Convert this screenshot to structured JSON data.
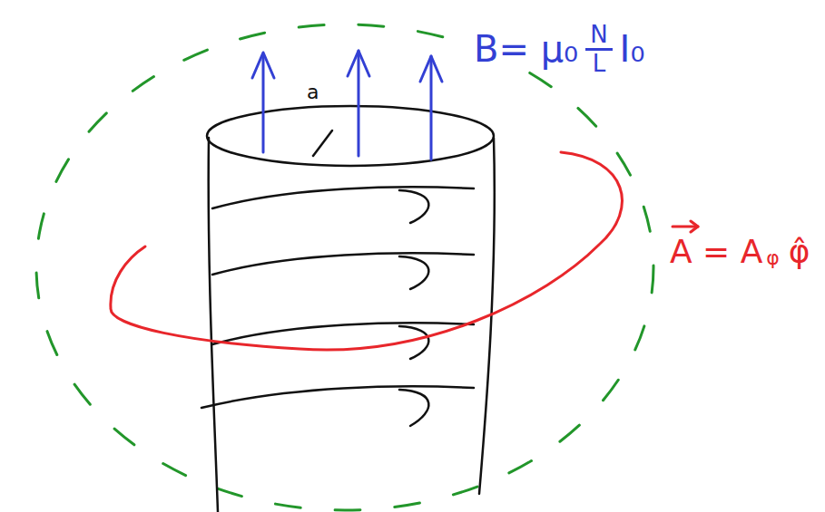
{
  "diagram": {
    "labels": [
      "a",
      "B= μ₀",
      "N",
      "L",
      "I₀",
      "A = A",
      "φ",
      "φ̂"
    ]
  }
}
